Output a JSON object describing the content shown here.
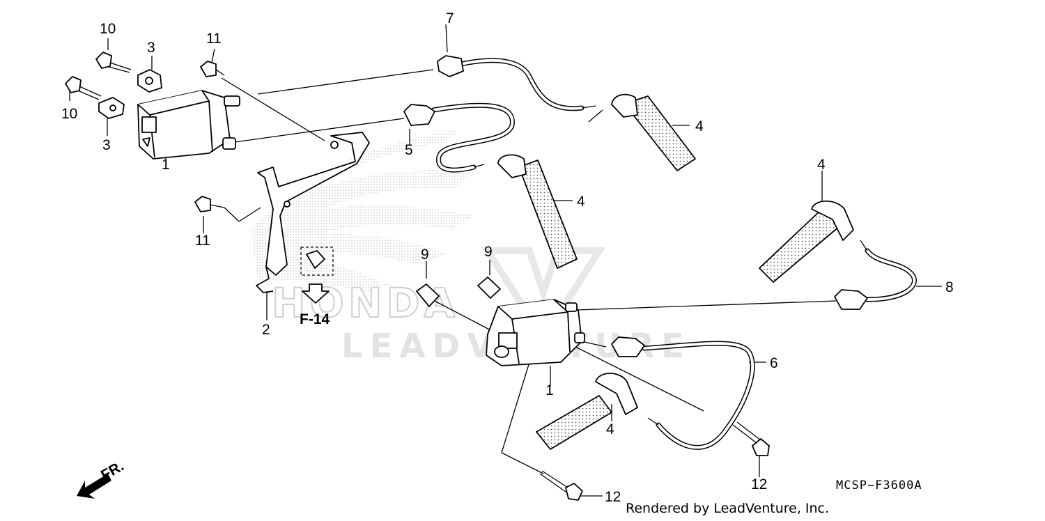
{
  "diagram": {
    "watermark": "LEADVENTURE",
    "reference": "F-14",
    "front_indicator": "FR.",
    "diagram_code": "MCSP−F3600A",
    "credit": "Rendered by LeadVenture, Inc.",
    "callouts": {
      "c1a": "1",
      "c1b": "1",
      "c2": "2",
      "c3a": "3",
      "c3b": "3",
      "c4a": "4",
      "c4b": "4",
      "c4c": "4",
      "c4d": "4",
      "c5": "5",
      "c6": "6",
      "c7": "7",
      "c8": "8",
      "c9a": "9",
      "c9b": "9",
      "c10a": "10",
      "c10b": "10",
      "c11a": "11",
      "c11b": "11",
      "c12a": "12",
      "c12b": "12"
    }
  }
}
